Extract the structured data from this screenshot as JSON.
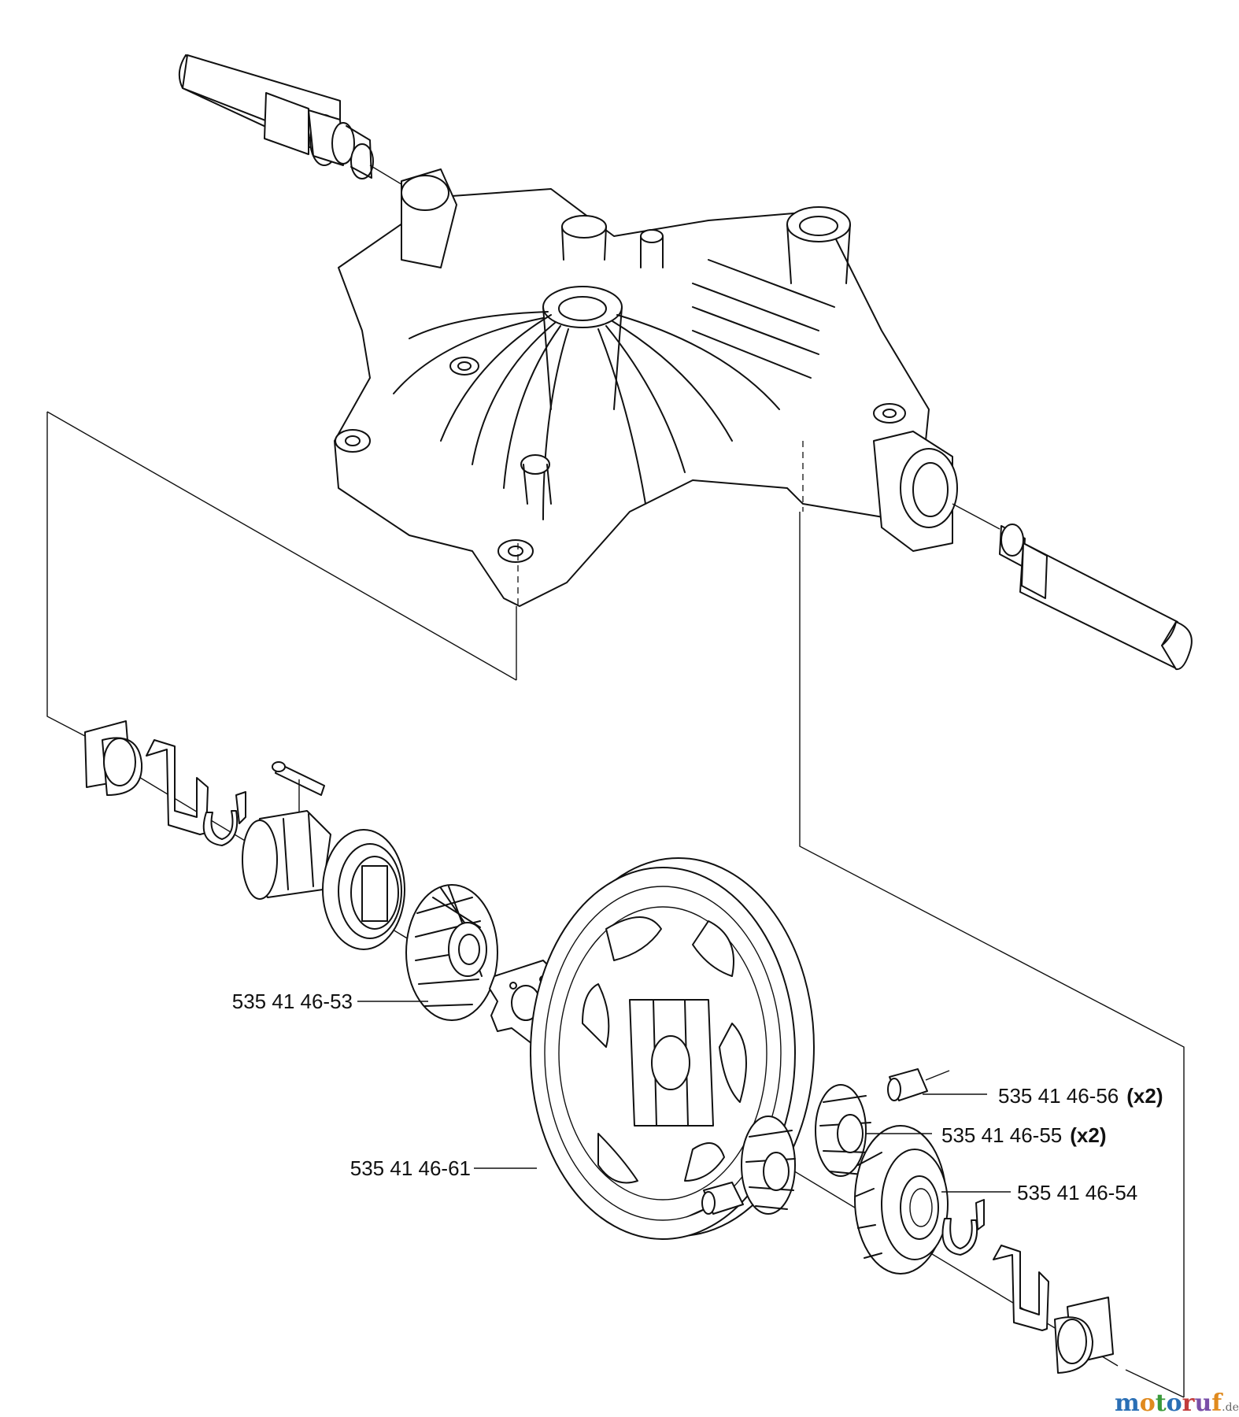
{
  "parts": [
    {
      "id": "p53",
      "number": "535 41 46-53",
      "qty": ""
    },
    {
      "id": "p61",
      "number": "535 41 46-61",
      "qty": ""
    },
    {
      "id": "p56",
      "number": "535 41 46-56",
      "qty": "(x2)"
    },
    {
      "id": "p55",
      "number": "535 41 46-55",
      "qty": "(x2)"
    },
    {
      "id": "p54",
      "number": "535 41 46-54",
      "qty": ""
    }
  ],
  "watermark": {
    "letters": [
      "m",
      "o",
      "t",
      "o",
      "r",
      "u",
      "f"
    ],
    "letter_colors": [
      "#2a6fb5",
      "#e08a1e",
      "#3a9a3a",
      "#2a6fb5",
      "#c23b3b",
      "#7a4fa8",
      "#e08a1e"
    ],
    "suffix": ".de"
  }
}
